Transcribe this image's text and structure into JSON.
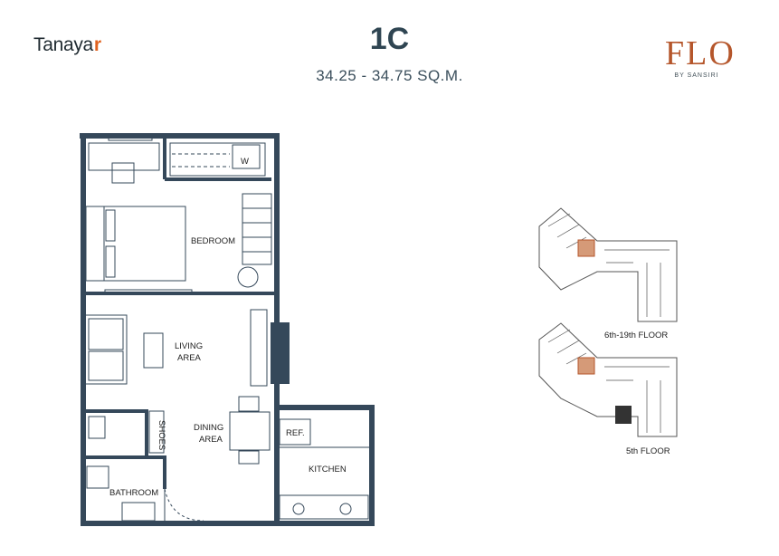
{
  "header": {
    "brand_left": "Tanaya",
    "brand_left_mark": "r",
    "unit_title": "1C",
    "unit_area": "34.25 - 34.75 SQ.M.",
    "brand_right": "FLO",
    "brand_right_sub": "BY SANSIRI"
  },
  "plan": {
    "rooms": {
      "wardrobe_mark": "W",
      "bedroom": "BEDROOM",
      "living_1": "LIVING",
      "living_2": "AREA",
      "dining_1": "DINING",
      "dining_2": "AREA",
      "shoes": "SHOES",
      "ref": "REF.",
      "kitchen": "KITCHEN",
      "bathroom": "BATHROOM"
    }
  },
  "key_plans": {
    "upper_label": "6th-19th FLOOR",
    "lower_label": "5th FLOOR"
  },
  "colors": {
    "wall": "#35485a",
    "accent": "#b5562b",
    "unit_highlight": "#d59a78"
  }
}
